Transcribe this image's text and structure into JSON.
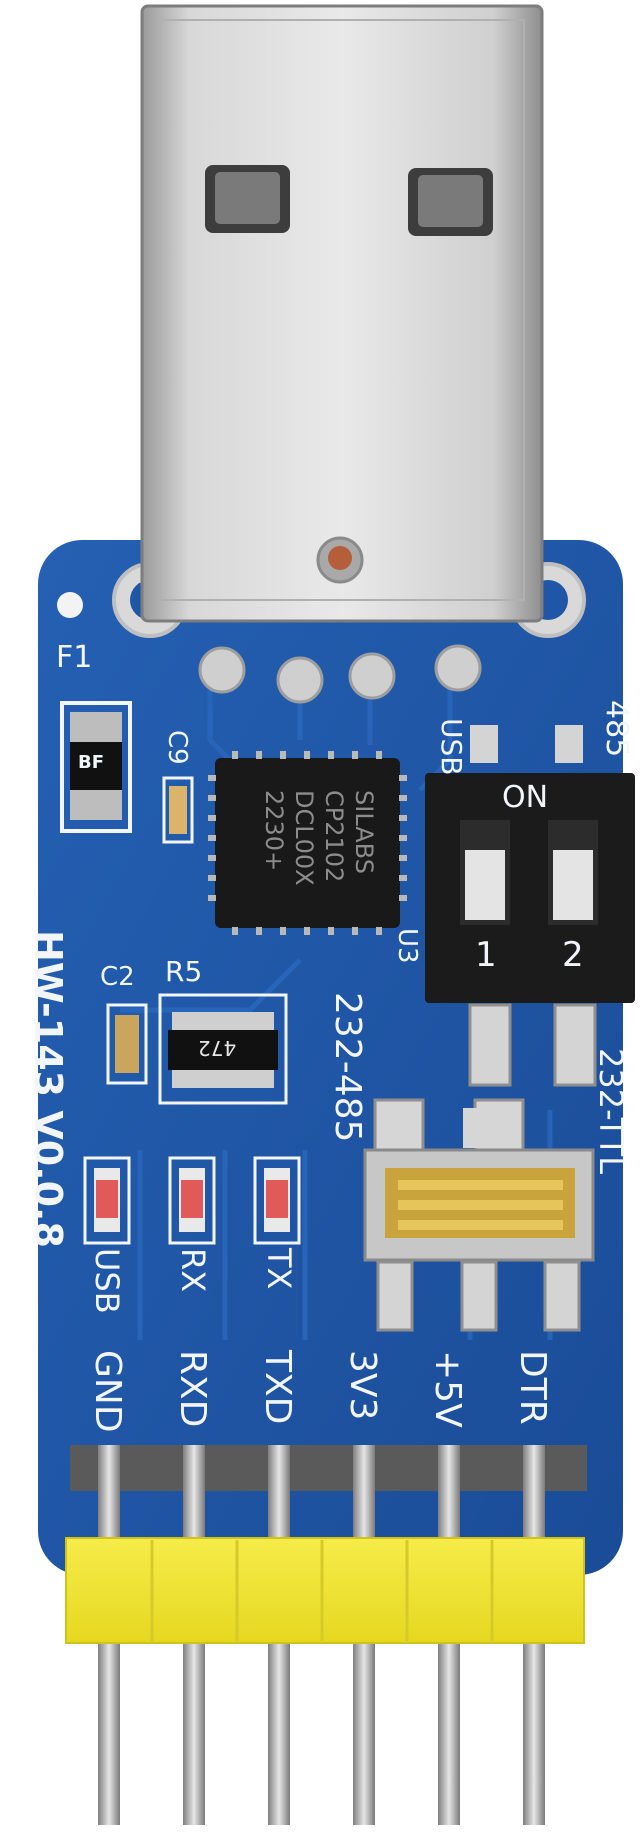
{
  "board": {
    "model_label": "HW-143 V0.0.8",
    "chip": {
      "lines": [
        "SILABS",
        "CP2102",
        "DCL00X",
        "2230+"
      ],
      "designator": "U3"
    },
    "fuse_designator": "F1",
    "fuse_marking": "BF",
    "components": {
      "c9": "C9",
      "c2": "C2",
      "r5": "R5",
      "resistor_marking": "472"
    },
    "mode_switch_label": "232-485",
    "selector_labels": {
      "usb": "USB",
      "rs485": "485",
      "ttl": "232-TTL"
    },
    "dip_switch": {
      "on_label": "ON",
      "switch_1": "1",
      "switch_2": "2"
    },
    "leds": [
      "USB",
      "RX",
      "TX"
    ],
    "pins": [
      "GND",
      "RXD",
      "TXD",
      "3V3",
      "+5V",
      "DTR"
    ]
  },
  "colors": {
    "pcb": "#1f56a6",
    "silkscreen": "#f2f6fb",
    "header_plastic": "#f2e535",
    "usb_metal": "#c9c9c9"
  }
}
